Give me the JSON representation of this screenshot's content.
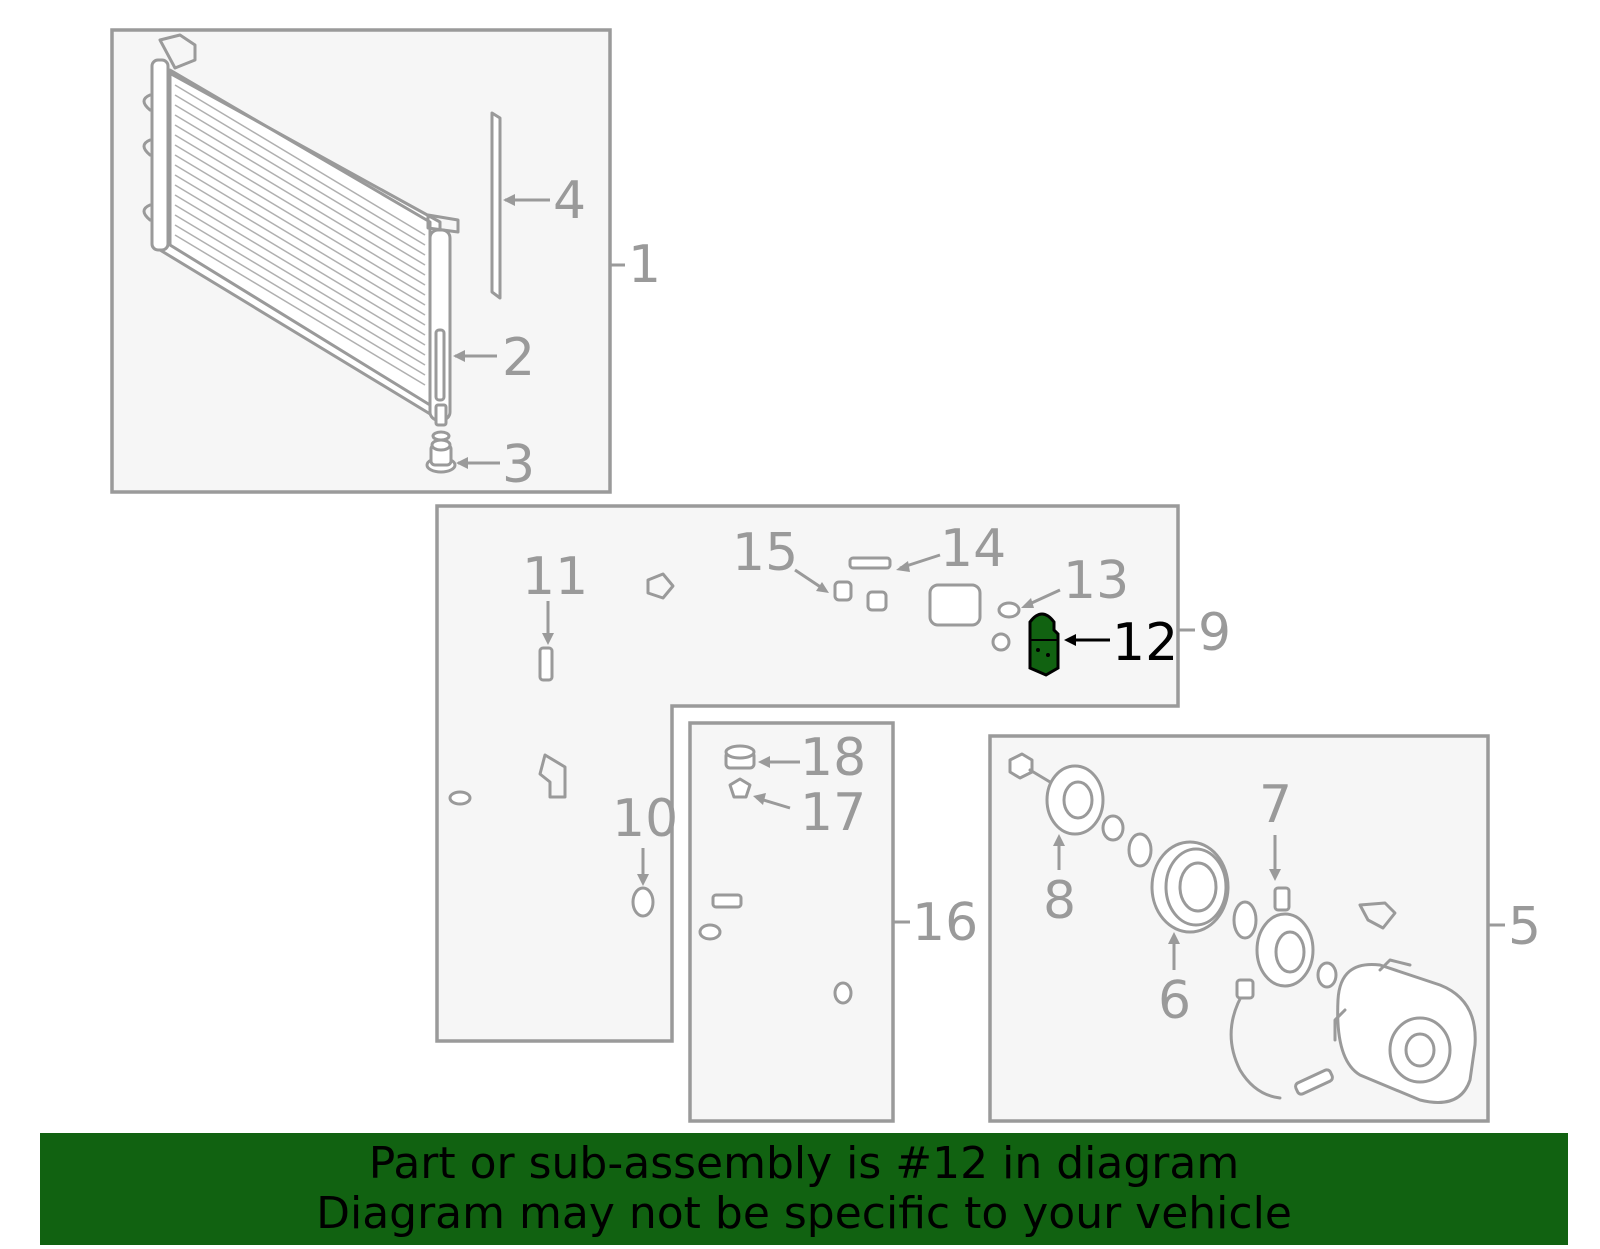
{
  "diagram": {
    "highlight_color": "#116211",
    "callouts": [
      {
        "id": "1",
        "label": "1"
      },
      {
        "id": "2",
        "label": "2"
      },
      {
        "id": "3",
        "label": "3"
      },
      {
        "id": "4",
        "label": "4"
      },
      {
        "id": "5",
        "label": "5"
      },
      {
        "id": "6",
        "label": "6"
      },
      {
        "id": "7",
        "label": "7"
      },
      {
        "id": "8",
        "label": "8"
      },
      {
        "id": "9",
        "label": "9"
      },
      {
        "id": "10",
        "label": "10"
      },
      {
        "id": "11",
        "label": "11"
      },
      {
        "id": "12",
        "label": "12",
        "highlighted": true
      },
      {
        "id": "13",
        "label": "13"
      },
      {
        "id": "14",
        "label": "14"
      },
      {
        "id": "15",
        "label": "15"
      },
      {
        "id": "16",
        "label": "16"
      },
      {
        "id": "17",
        "label": "17"
      },
      {
        "id": "18",
        "label": "18"
      }
    ]
  },
  "footer": {
    "line1": "Part or sub-assembly is #12 in diagram",
    "line2": "Diagram may not be specific to your vehicle",
    "background": "#116211"
  }
}
